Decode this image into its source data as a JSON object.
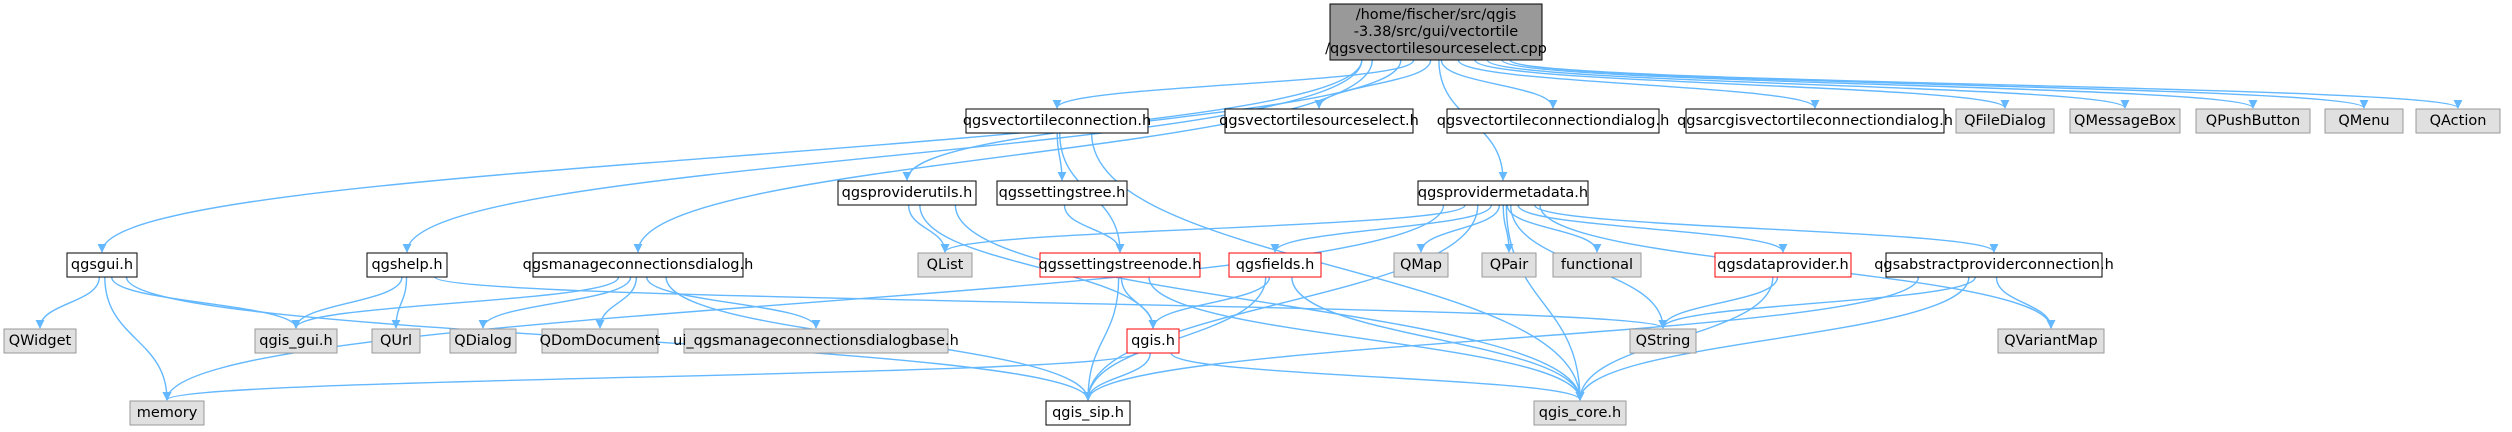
{
  "colors": {
    "edge": "#63b8ff",
    "root_fill": "#999999",
    "node_fill": "#ffffff",
    "node_border": "#000000",
    "external_fill": "#e0e0e0",
    "external_border": "#999999",
    "incomplete_border": "#ff0000"
  },
  "nodes": [
    {
      "id": "root",
      "lines": [
        "/home/fischer/src/qgis",
        "-3.38/src/gui/vectortile",
        "/qgsvectortilesourceselect.cpp"
      ],
      "style": "root"
    },
    {
      "id": "qgsvectortileconnection_h",
      "lines": [
        "qgsvectortileconnection.h"
      ],
      "style": "normal"
    },
    {
      "id": "qgsvectortilesourceselect_h",
      "lines": [
        "qgsvectortilesourceselect.h"
      ],
      "style": "normal"
    },
    {
      "id": "qgsvectortileconnectiondialog_h",
      "lines": [
        "qgsvectortileconnectiondialog.h"
      ],
      "style": "normal"
    },
    {
      "id": "qgsarcgisvectortileconnectiondialog_h",
      "lines": [
        "qgsarcgisvectortileconnectiondialog.h"
      ],
      "style": "normal"
    },
    {
      "id": "QFileDialog",
      "lines": [
        "QFileDialog"
      ],
      "style": "external"
    },
    {
      "id": "QMessageBox",
      "lines": [
        "QMessageBox"
      ],
      "style": "external"
    },
    {
      "id": "QPushButton",
      "lines": [
        "QPushButton"
      ],
      "style": "external"
    },
    {
      "id": "QMenu",
      "lines": [
        "QMenu"
      ],
      "style": "external"
    },
    {
      "id": "QAction",
      "lines": [
        "QAction"
      ],
      "style": "external"
    },
    {
      "id": "qgsproviderutils_h",
      "lines": [
        "qgsproviderutils.h"
      ],
      "style": "normal"
    },
    {
      "id": "qgssettingstree_h",
      "lines": [
        "qgssettingstree.h"
      ],
      "style": "normal"
    },
    {
      "id": "qgsprovidermetadata_h",
      "lines": [
        "qgsprovidermetadata.h"
      ],
      "style": "normal"
    },
    {
      "id": "qgsgui_h",
      "lines": [
        "qgsgui.h"
      ],
      "style": "normal"
    },
    {
      "id": "qgshelp_h",
      "lines": [
        "qgshelp.h"
      ],
      "style": "normal"
    },
    {
      "id": "qgsmanageconnectionsdialog_h",
      "lines": [
        "qgsmanageconnectionsdialog.h"
      ],
      "style": "normal"
    },
    {
      "id": "QList",
      "lines": [
        "QList"
      ],
      "style": "external"
    },
    {
      "id": "qgssettingstreenode_h",
      "lines": [
        "qgssettingstreenode.h"
      ],
      "style": "incomplete"
    },
    {
      "id": "qgsfields_h",
      "lines": [
        "qgsfields.h"
      ],
      "style": "incomplete"
    },
    {
      "id": "QMap",
      "lines": [
        "QMap"
      ],
      "style": "external"
    },
    {
      "id": "QPair",
      "lines": [
        "QPair"
      ],
      "style": "external"
    },
    {
      "id": "functional",
      "lines": [
        "functional"
      ],
      "style": "external"
    },
    {
      "id": "qgsdataprovider_h",
      "lines": [
        "qgsdataprovider.h"
      ],
      "style": "incomplete"
    },
    {
      "id": "qgsabstractproviderconnection_h",
      "lines": [
        "qgsabstractproviderconnection.h"
      ],
      "style": "normal"
    },
    {
      "id": "QWidget",
      "lines": [
        "QWidget"
      ],
      "style": "external"
    },
    {
      "id": "qgis_gui_h",
      "lines": [
        "qgis_gui.h"
      ],
      "style": "external"
    },
    {
      "id": "QUrl",
      "lines": [
        "QUrl"
      ],
      "style": "external"
    },
    {
      "id": "QDialog",
      "lines": [
        "QDialog"
      ],
      "style": "external"
    },
    {
      "id": "QDomDocument",
      "lines": [
        "QDomDocument"
      ],
      "style": "external"
    },
    {
      "id": "ui_qgsmanageconnectionsdialogbase_h",
      "lines": [
        "ui_qgsmanageconnectionsdialogbase.h"
      ],
      "style": "external"
    },
    {
      "id": "qgis_h",
      "lines": [
        "qgis.h"
      ],
      "style": "incomplete"
    },
    {
      "id": "QString",
      "lines": [
        "QString"
      ],
      "style": "external"
    },
    {
      "id": "QVariantMap",
      "lines": [
        "QVariantMap"
      ],
      "style": "external"
    },
    {
      "id": "memory",
      "lines": [
        "memory"
      ],
      "style": "external"
    },
    {
      "id": "qgis_sip_h",
      "lines": [
        "qgis_sip.h"
      ],
      "style": "normal"
    },
    {
      "id": "qgis_core_h",
      "lines": [
        "qgis_core.h"
      ],
      "style": "external"
    }
  ],
  "edges": [
    [
      "root",
      "qgsvectortileconnection_h"
    ],
    [
      "root",
      "qgsvectortilesourceselect_h"
    ],
    [
      "root",
      "qgsvectortileconnectiondialog_h"
    ],
    [
      "root",
      "qgsarcgisvectortileconnectiondialog_h"
    ],
    [
      "root",
      "QFileDialog"
    ],
    [
      "root",
      "QMessageBox"
    ],
    [
      "root",
      "QPushButton"
    ],
    [
      "root",
      "QMenu"
    ],
    [
      "root",
      "QAction"
    ],
    [
      "root",
      "qgsproviderutils_h"
    ],
    [
      "root",
      "qgsprovidermetadata_h"
    ],
    [
      "root",
      "qgsgui_h"
    ],
    [
      "root",
      "qgshelp_h"
    ],
    [
      "root",
      "qgsmanageconnectionsdialog_h"
    ],
    [
      "qgsvectortileconnection_h",
      "qgssettingstree_h"
    ],
    [
      "qgsvectortileconnection_h",
      "qgssettingstreenode_h"
    ],
    [
      "qgsvectortileconnection_h",
      "qgis_core_h"
    ],
    [
      "qgssettingstree_h",
      "qgssettingstreenode_h"
    ],
    [
      "qgsproviderutils_h",
      "QList"
    ],
    [
      "qgsproviderutils_h",
      "qgis_h"
    ],
    [
      "qgsproviderutils_h",
      "qgis_core_h"
    ],
    [
      "qgsprovidermetadata_h",
      "QList"
    ],
    [
      "qgsprovidermetadata_h",
      "qgsfields_h"
    ],
    [
      "qgsprovidermetadata_h",
      "QMap"
    ],
    [
      "qgsprovidermetadata_h",
      "QPair"
    ],
    [
      "qgsprovidermetadata_h",
      "functional"
    ],
    [
      "qgsprovidermetadata_h",
      "qgsdataprovider_h"
    ],
    [
      "qgsprovidermetadata_h",
      "qgsabstractproviderconnection_h"
    ],
    [
      "qgsprovidermetadata_h",
      "QString"
    ],
    [
      "qgsprovidermetadata_h",
      "QVariantMap"
    ],
    [
      "qgsprovidermetadata_h",
      "memory"
    ],
    [
      "qgsprovidermetadata_h",
      "qgis_sip_h"
    ],
    [
      "qgsprovidermetadata_h",
      "qgis_core_h"
    ],
    [
      "qgssettingstreenode_h",
      "qgis_h"
    ],
    [
      "qgssettingstreenode_h",
      "qgis_sip_h"
    ],
    [
      "qgssettingstreenode_h",
      "qgis_core_h"
    ],
    [
      "qgsfields_h",
      "qgis_h"
    ],
    [
      "qgsfields_h",
      "qgis_sip_h"
    ],
    [
      "qgsfields_h",
      "qgis_core_h"
    ],
    [
      "qgsdataprovider_h",
      "QString"
    ],
    [
      "qgsdataprovider_h",
      "qgis_core_h"
    ],
    [
      "qgsabstractproviderconnection_h",
      "QString"
    ],
    [
      "qgsabstractproviderconnection_h",
      "QVariantMap"
    ],
    [
      "qgsabstractproviderconnection_h",
      "qgis_sip_h"
    ],
    [
      "qgsabstractproviderconnection_h",
      "qgis_core_h"
    ],
    [
      "qgsgui_h",
      "QWidget"
    ],
    [
      "qgsgui_h",
      "qgis_gui_h"
    ],
    [
      "qgsgui_h",
      "memory"
    ],
    [
      "qgsgui_h",
      "qgis_sip_h"
    ],
    [
      "qgshelp_h",
      "qgis_gui_h"
    ],
    [
      "qgshelp_h",
      "QUrl"
    ],
    [
      "qgshelp_h",
      "QString"
    ],
    [
      "qgsmanageconnectionsdialog_h",
      "qgis_gui_h"
    ],
    [
      "qgsmanageconnectionsdialog_h",
      "QDialog"
    ],
    [
      "qgsmanageconnectionsdialog_h",
      "QDomDocument"
    ],
    [
      "qgsmanageconnectionsdialog_h",
      "ui_qgsmanageconnectionsdialogbase_h"
    ],
    [
      "qgsmanageconnectionsdialog_h",
      "qgis_sip_h"
    ],
    [
      "qgis_h",
      "memory"
    ],
    [
      "qgis_h",
      "qgis_sip_h"
    ],
    [
      "qgis_h",
      "qgis_core_h"
    ]
  ]
}
